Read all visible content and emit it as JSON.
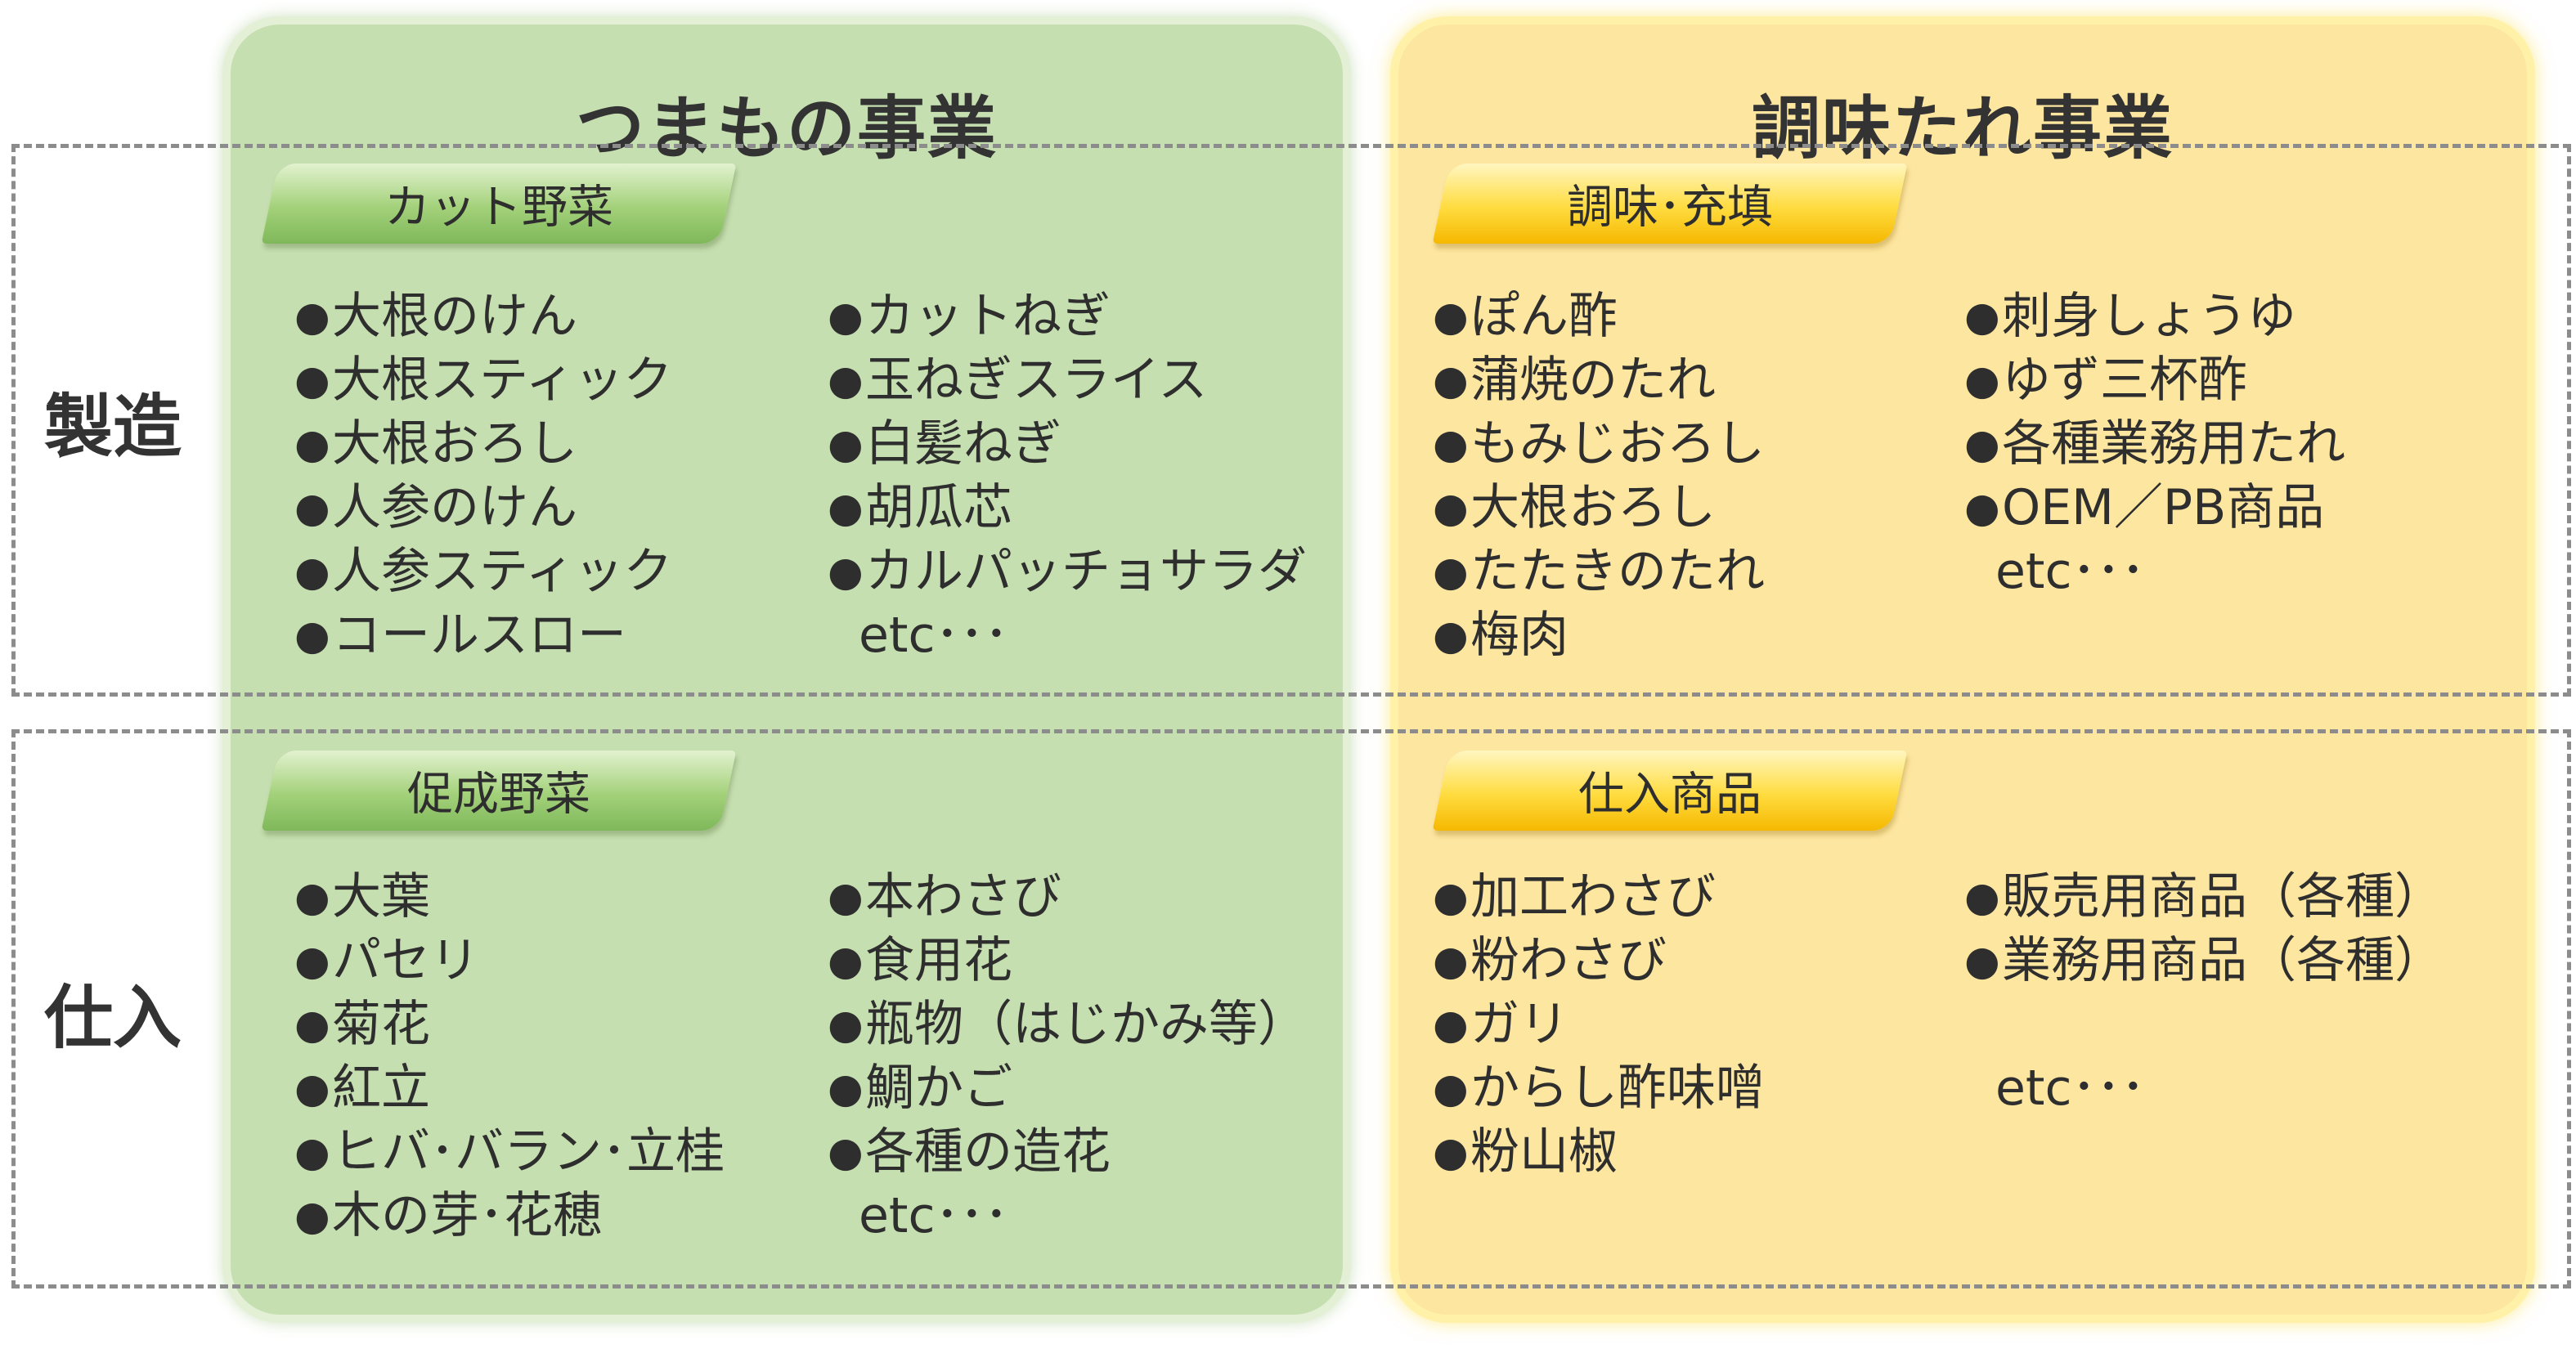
{
  "segments": {
    "tsumamono": {
      "title": "つまもの事業",
      "manufacturing": {
        "category": "カット野菜",
        "col1": [
          "大根のけん",
          "大根スティック",
          "大根おろし",
          "人参のけん",
          "人参スティック",
          "コールスロー"
        ],
        "col2": [
          "カットねぎ",
          "玉ねぎスライス",
          "白髪ねぎ",
          "胡瓜芯",
          "カルパッチョサラダ"
        ],
        "etc": "etc･･･"
      },
      "purchasing": {
        "category": "促成野菜",
        "col1": [
          "大葉",
          "パセリ",
          "菊花",
          "紅立",
          "ヒバ･バラン･立桂",
          "木の芽･花穂"
        ],
        "col2": [
          "本わさび",
          "食用花",
          "瓶物（はじかみ等）",
          "鯛かご",
          "各種の造花"
        ],
        "etc": "etc･･･"
      }
    },
    "tare": {
      "title": "調味たれ事業",
      "manufacturing": {
        "category": "調味･充填",
        "col1": [
          "ぽん酢",
          "蒲焼のたれ",
          "もみじおろし",
          "大根おろし",
          "たたきのたれ",
          "梅肉"
        ],
        "col2": [
          "刺身しょうゆ",
          "ゆず三杯酢",
          "各種業務用たれ",
          "OEM／PB商品"
        ],
        "etc": "etc･･･"
      },
      "purchasing": {
        "category": "仕入商品",
        "col1": [
          "加工わさび",
          "粉わさび",
          "ガリ",
          "からし酢味噌",
          "粉山椒"
        ],
        "col2": [
          "販売用商品（各種）",
          "業務用商品（各種）"
        ],
        "etc": "etc･･･"
      }
    }
  },
  "rows": {
    "manufacturing_label": "製造",
    "purchasing_label": "仕入"
  },
  "bullet": "●",
  "colors": {
    "green_column": "#c6dfb0",
    "yellow_column": "#fde6a0",
    "green_tab": "#a3d17a",
    "yellow_tab": "#ffdc40",
    "dashed_border": "#8c8c8c"
  }
}
